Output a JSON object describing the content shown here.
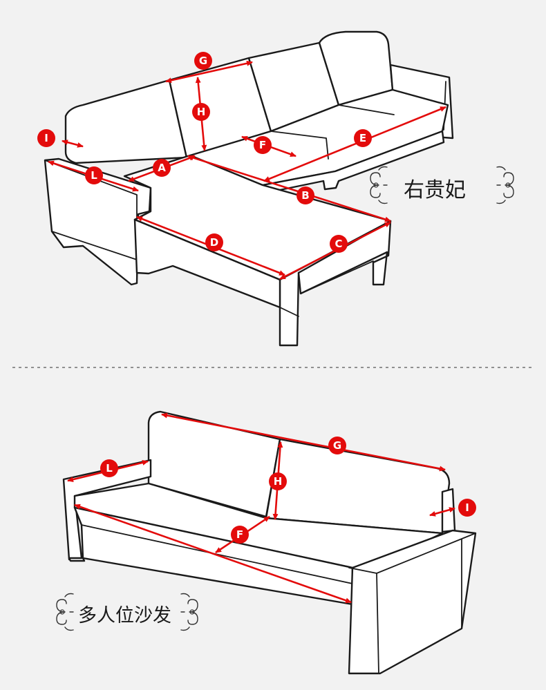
{
  "sections": [
    {
      "id": "l-shaped-sofa",
      "caption": "右贵妃",
      "dimensions": [
        "A",
        "B",
        "C",
        "D",
        "E",
        "F",
        "G",
        "H",
        "I",
        "L"
      ]
    },
    {
      "id": "multi-seat-sofa",
      "caption": "多人位沙发",
      "dimensions": [
        "F",
        "G",
        "H",
        "I",
        "L"
      ]
    }
  ],
  "colors": {
    "measure_line": "#e30b0b",
    "outline": "#1a1a1a",
    "background": "#f2f2f2"
  }
}
